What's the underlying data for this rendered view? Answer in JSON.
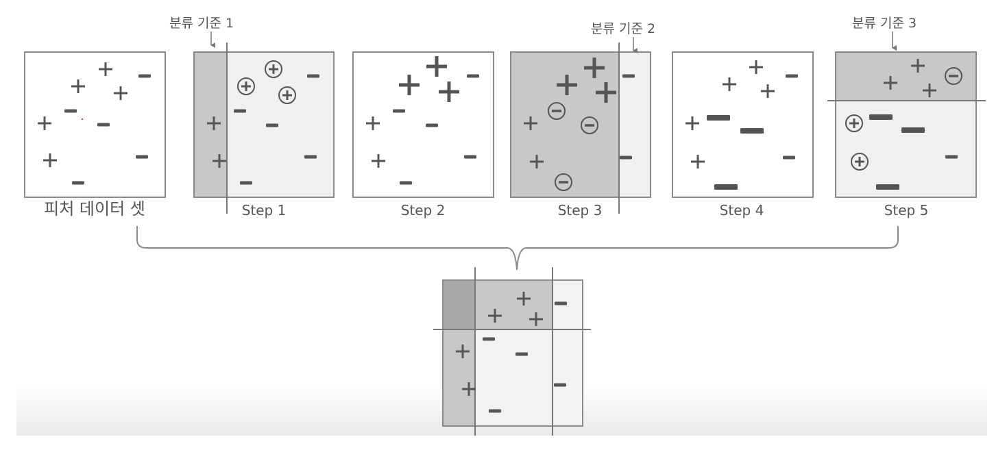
{
  "title": "",
  "panel_labels": {
    "dataset": "피처 데이터 셋",
    "step1": "Step 1",
    "step2": "Step 2",
    "step3": "Step 3",
    "step4": "Step 4",
    "step5": "Step 5"
  },
  "criterion_labels": {
    "c1": "분류 기준 1",
    "c2": "분류 기준 2",
    "c3": "분류 기준 3"
  },
  "symbols": {
    "plus": "+",
    "minus": "−",
    "circled_plus": "⊕",
    "circled_minus": "⊖"
  },
  "colors": {
    "ink": "#555555",
    "panel_border": "#8a8a8a",
    "dark_region": "#c8c8c8",
    "darker_region": "#a9a9a9",
    "light_region": "#f0f0f0",
    "criterion_line": "#777777"
  }
}
